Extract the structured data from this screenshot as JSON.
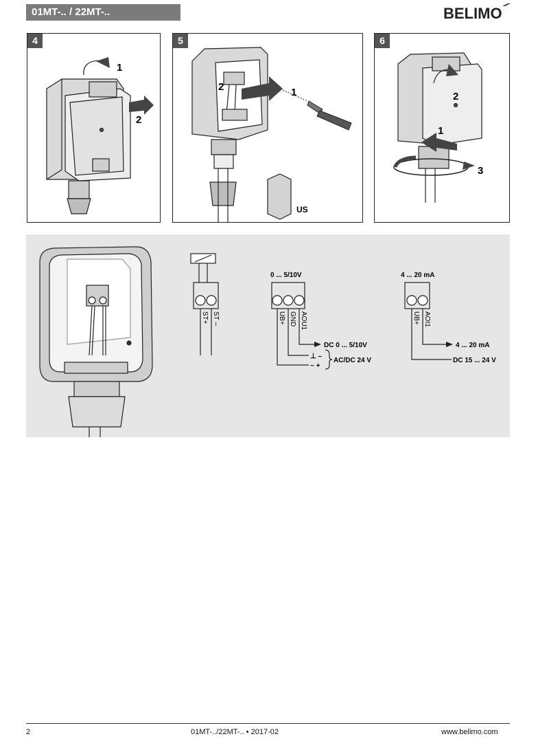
{
  "header": {
    "title": "01MT-.. / 22MT-..",
    "brand": "BELIMO"
  },
  "steps": [
    {
      "number": "4",
      "callouts": [
        "1",
        "2"
      ]
    },
    {
      "number": "5",
      "callouts": [
        "1",
        "2"
      ],
      "label_us": "US"
    },
    {
      "number": "6",
      "callouts": [
        "2",
        "1",
        "3"
      ]
    }
  ],
  "wiring": {
    "passive": {
      "terminals": [
        "ST+",
        "ST –"
      ]
    },
    "voltage": {
      "range": "0 ... 5/10V",
      "terminals": [
        "UB+",
        "GND",
        "AOU1"
      ],
      "output": "DC 0 ... 5/10V",
      "supply_minus": "⊥ –",
      "supply_plus": "~ +",
      "supply": "AC/DC 24 V"
    },
    "current": {
      "range": "4 ... 20 mA",
      "terminals": [
        "UB+",
        "AOI1"
      ],
      "output": "4 ... 20 mA",
      "supply": "DC 15 ... 24 V"
    }
  },
  "footer": {
    "page": "2",
    "doc": "01MT-../22MT-.. • 2017-02",
    "url": "www.belimo.com"
  }
}
